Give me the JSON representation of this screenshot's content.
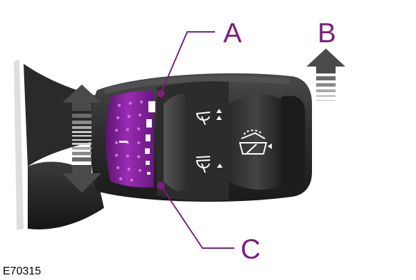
{
  "callouts": {
    "a": "A",
    "b": "B",
    "c": "C"
  },
  "figure_code": "E70315",
  "colors": {
    "callout": "#7b1e7e",
    "ring": "#8a1fa0",
    "stalk": "#2b2b2b",
    "arrow": "#4a4a4a"
  },
  "icons": [
    "front-wiper-up-icon",
    "front-wiper-down-icon",
    "rear-wiper-icon",
    "up-down-arrow-icon",
    "up-arrow-icon"
  ]
}
